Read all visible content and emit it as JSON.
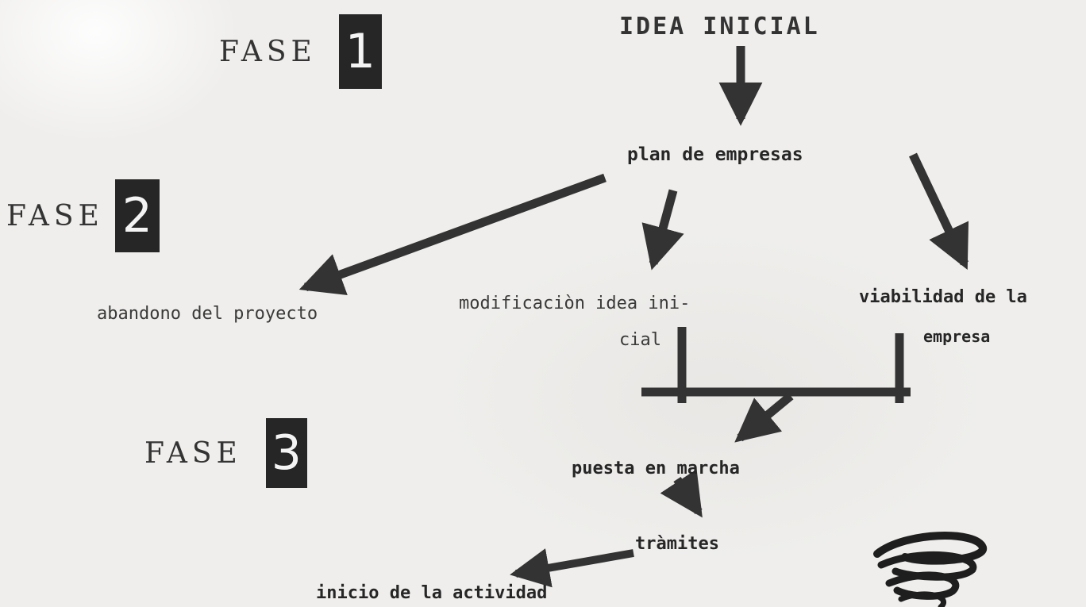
{
  "phases": [
    {
      "label": "FASE",
      "number": "1"
    },
    {
      "label": "FASE",
      "number": "2"
    },
    {
      "label": "FASE",
      "number": "3"
    }
  ],
  "nodes": {
    "idea_inicial": "IDEA INICIAL",
    "plan_empresas": "plan de empresas",
    "abandono": "abandono del proyecto",
    "modificacion_line1": "modificaciòn idea ini-",
    "modificacion_line2": "cial",
    "viabilidad_line1": "viabilidad de la",
    "viabilidad_line2": "empresa",
    "puesta_marcha": "puesta en marcha",
    "tramites": "tràmites",
    "inicio_actividad": "inicio de la actividad"
  },
  "colors": {
    "paper": "#efeeec",
    "ink": "#2a2a2a",
    "arrow": "#333333"
  }
}
